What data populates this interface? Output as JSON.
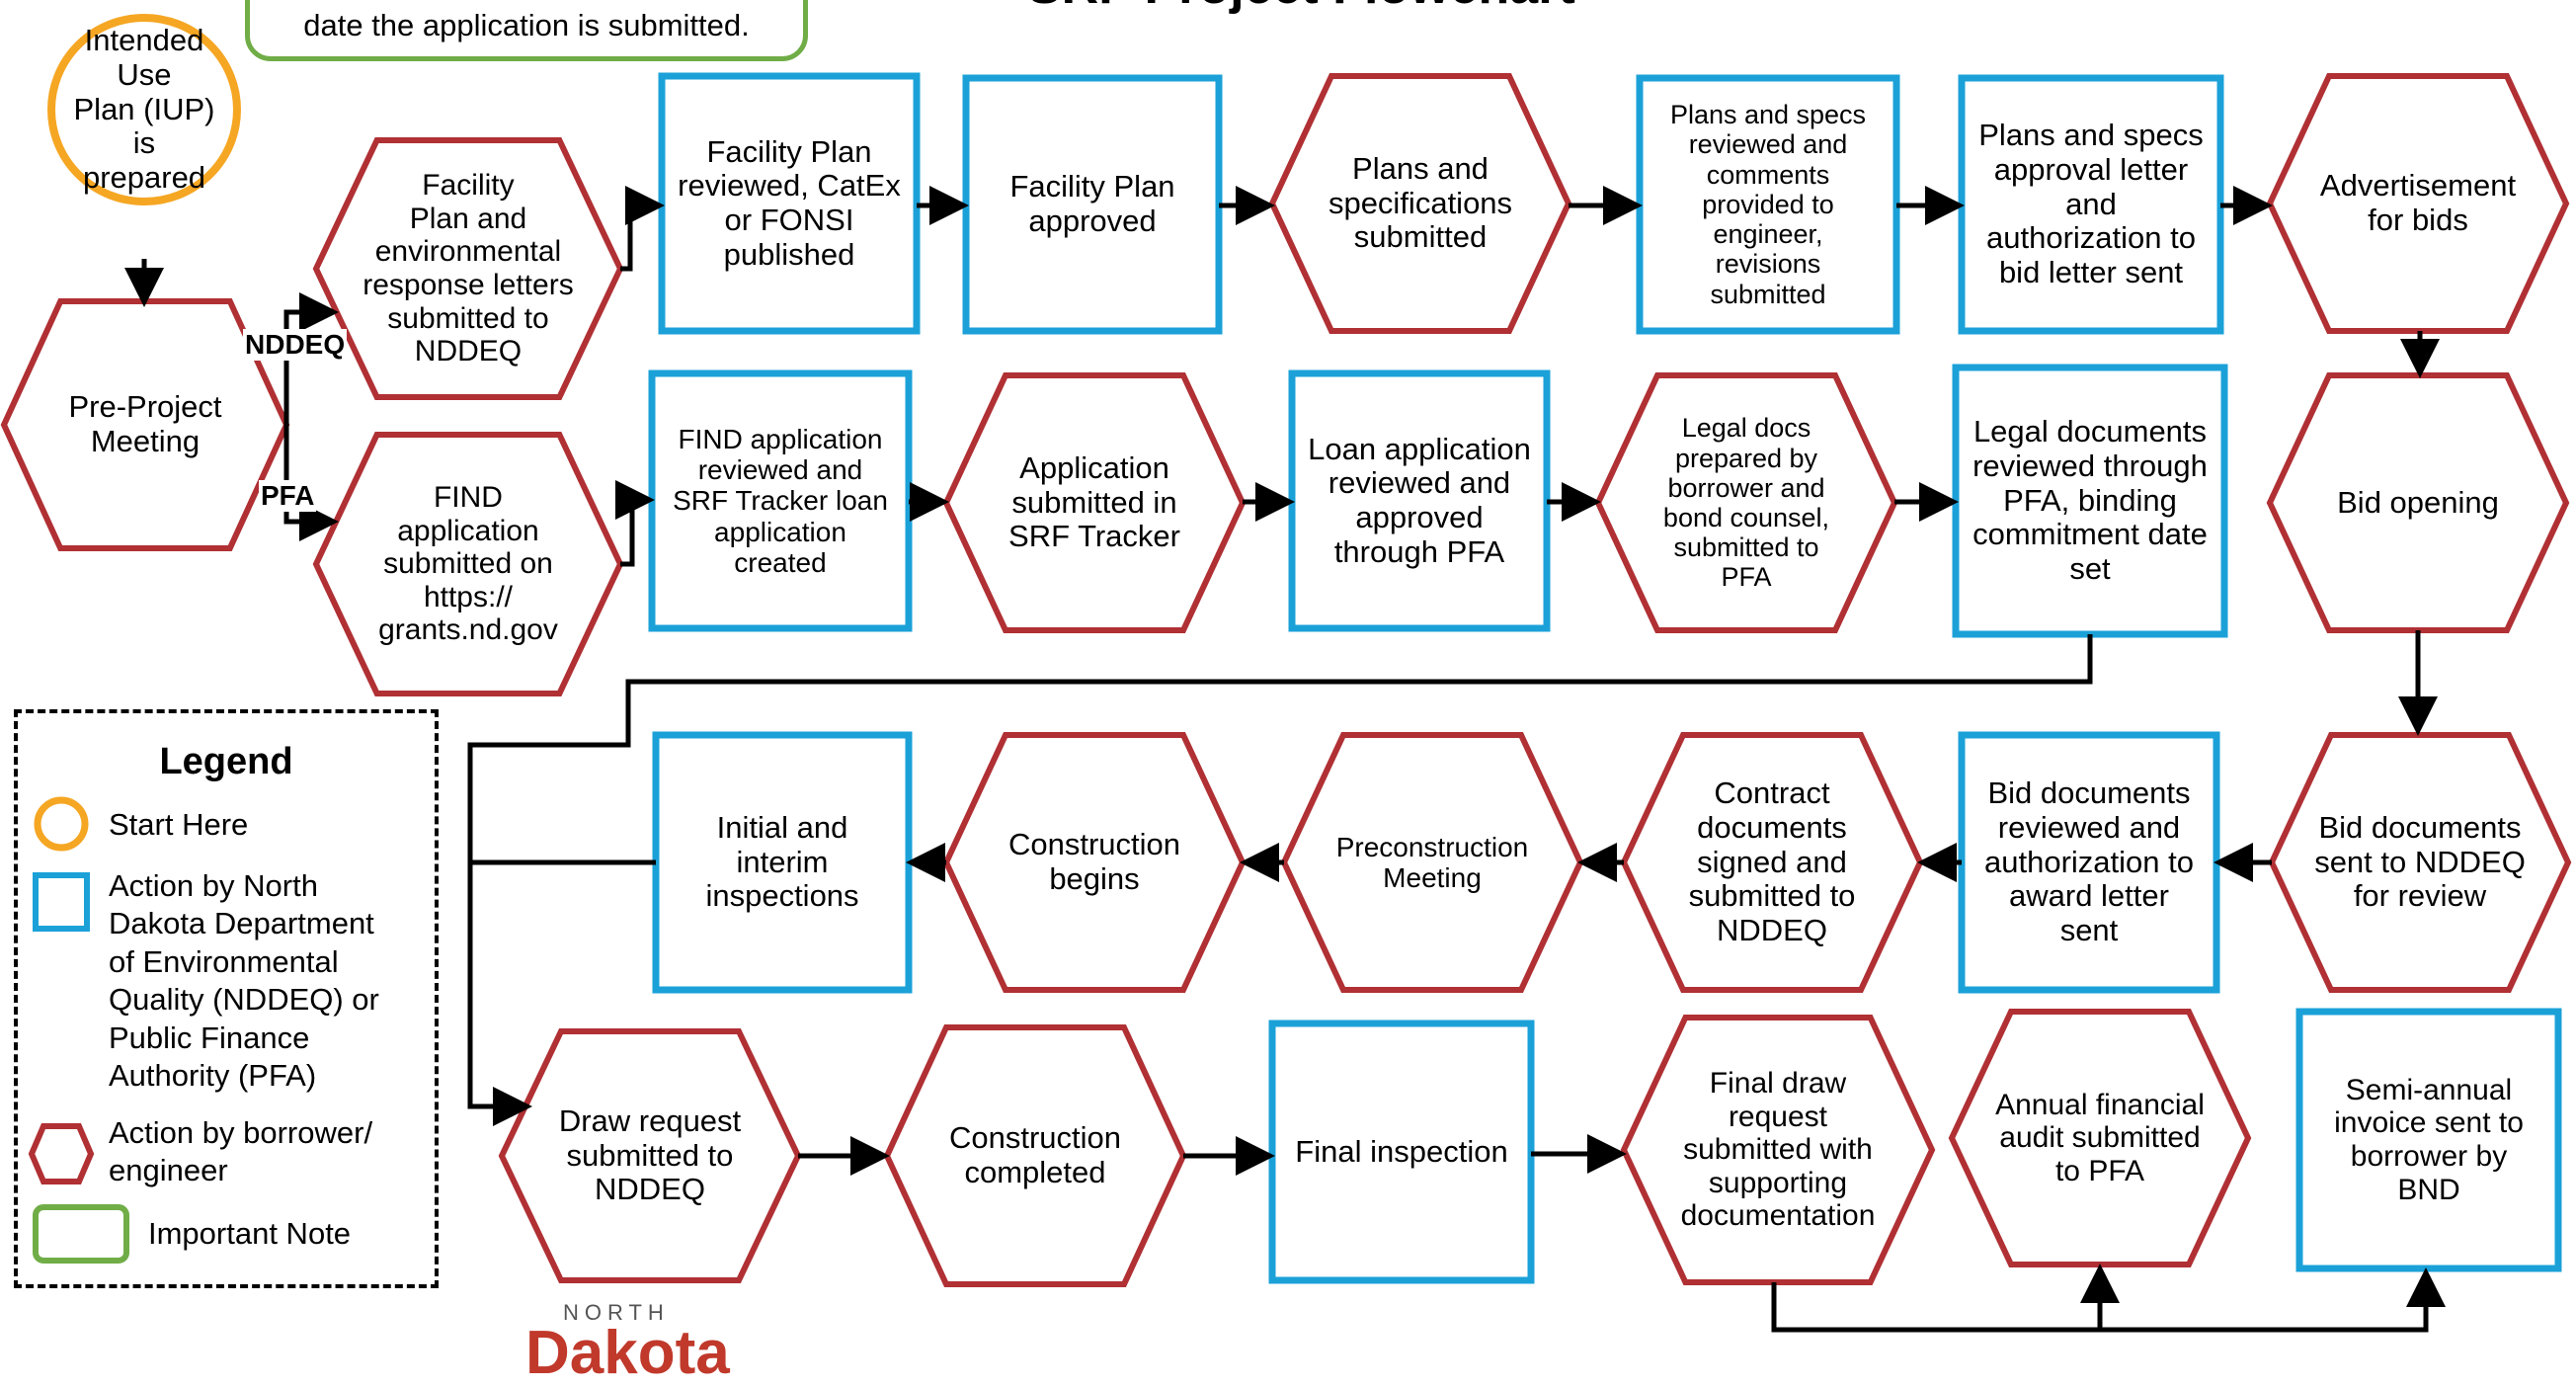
{
  "title": "SRF Project Flowchart",
  "note": "date the application is submitted.",
  "branch_labels": {
    "nddeq": "NDDEQ",
    "pfa": "PFA"
  },
  "legend": {
    "title": "Legend",
    "items": [
      {
        "icon": "circle",
        "color": "#f5a623",
        "label": "Start Here"
      },
      {
        "icon": "square",
        "color": "#1ba1d8",
        "label": "Action by North\nDakota Department\nof Environmental\nQuality (NDDEQ) or\nPublic Finance\nAuthority (PFA)"
      },
      {
        "icon": "hexagon",
        "color": "#b03034",
        "label": "Action by borrower/\nengineer"
      },
      {
        "icon": "rounded-rect",
        "color": "#70ad47",
        "label": "Important Note"
      }
    ]
  },
  "colors": {
    "start": "#f5a623",
    "agency": "#1ba1d8",
    "borrower": "#b03034",
    "note": "#70ad47"
  },
  "logo": {
    "top": "NORTH",
    "bottom": "Dakota"
  },
  "steps": {
    "iup": "Intended Use\nPlan (IUP) is\nprepared",
    "preproject": "Pre-Project\nMeeting",
    "fp_submitted": "Facility\nPlan and\nenvironmental\nresponse letters\nsubmitted to\nNDDEQ",
    "find_submitted": "FIND\napplication\nsubmitted on\nhttps://\ngrants.nd.gov",
    "fp_reviewed": "Facility Plan\nreviewed, CatEx\nor FONSI\npublished",
    "fp_approved": "Facility Plan\napproved",
    "plans_submitted": "Plans and\nspecifications\nsubmitted",
    "plans_reviewed": "Plans and specs\nreviewed and\ncomments\nprovided to\nengineer,\nrevisions\nsubmitted",
    "plans_approval": "Plans and specs\napproval letter\nand\nauthorization to\nbid letter sent",
    "advertisement": "Advertisement\nfor bids",
    "find_reviewed": "FIND application\nreviewed and\nSRF Tracker loan\napplication\ncreated",
    "app_tracker": "Application\nsubmitted in\nSRF Tracker",
    "loan_reviewed": "Loan application\nreviewed and\napproved\nthrough PFA",
    "legal_prepared": "Legal docs\nprepared by\nborrower and\nbond counsel,\nsubmitted to\nPFA",
    "legal_reviewed": "Legal documents\nreviewed through\nPFA, binding\ncommitment date\nset",
    "bid_opening": "Bid opening",
    "bid_docs_sent": "Bid documents\nsent to NDDEQ\nfor review",
    "bid_docs_reviewed": "Bid documents\nreviewed and\nauthorization to\naward letter\nsent",
    "contract_docs": "Contract\ndocuments\nsigned and\nsubmitted to\nNDDEQ",
    "precon": "Preconstruction\nMeeting",
    "construction_begins": "Construction\nbegins",
    "initial_inspections": "Initial and\ninterim\ninspections",
    "draw_request": "Draw request\nsubmitted to\nNDDEQ",
    "construction_completed": "Construction\ncompleted",
    "final_inspection": "Final inspection",
    "final_draw": "Final draw\nrequest\nsubmitted with\nsupporting\ndocumentation",
    "annual_audit": "Annual financial\naudit submitted\nto PFA",
    "invoice": "Semi-annual\ninvoice sent to\nborrower by\nBND"
  }
}
